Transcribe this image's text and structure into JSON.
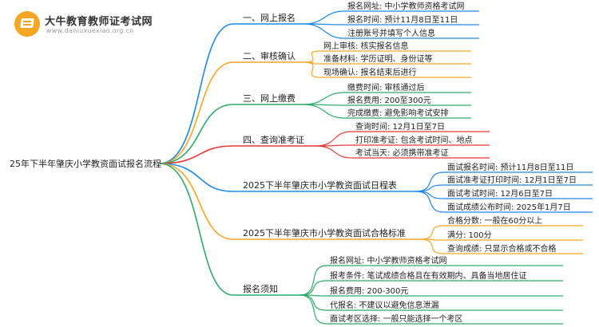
{
  "header": {
    "brand": "大牛教育教师证考试网",
    "site": "www.daniuxuexiao.org.cn"
  },
  "mindmap": {
    "root": "25年下半年肇庆小学教资面试报名流程",
    "branches": [
      {
        "label": "一、网上报名",
        "color": "#1e88e5",
        "leaves": [
          "报名网址: 中小学教师资格考试网",
          "报名时间: 预计11月8日至11日",
          "注册账号并填写个人信息"
        ]
      },
      {
        "label": "二、审核确认",
        "color": "#f5a623",
        "leaves": [
          "网上审核: 核实报名信息",
          "准备材料: 学历证明、身份证等",
          "现场确认: 报名结束后进行"
        ]
      },
      {
        "label": "三、网上缴费",
        "color": "#2eaa6a",
        "leaves": [
          "缴费时间: 审核通过后",
          "报名费用: 200至300元",
          "完成缴费: 避免影响考试安排"
        ]
      },
      {
        "label": "四、查询准考证",
        "color": "#e53935",
        "leaves": [
          "查询时间: 12月1日至7日",
          "打印准考证: 包含考试时间、地点",
          "考试当天: 必须携带准考证"
        ]
      },
      {
        "label": "2025下半年肇庆市小学教资面试日程表",
        "color": "#1e88e5",
        "leaves": [
          "面试报名时间: 预计11月8日至11日",
          "面试准考证打印时间: 12月1日至7日",
          "面试考试时间: 12月6日至7日",
          "面试成绩公布时间: 2025年1月7日"
        ]
      },
      {
        "label": "2025下半年肇庆市小学教资面试合格标准",
        "color": "#f5a623",
        "leaves": [
          "合格分数: 一般在60分以上",
          "满分: 100分",
          "查询成绩: 只显示合格或不合格"
        ]
      },
      {
        "label": "报名须知",
        "color": "#2eaa6a",
        "leaves": [
          "报名网址: 中小学教师资格考试网",
          "报考条件: 笔试成绩合格且在有效期内、具备当地居住证",
          "报名费用: 200-300元",
          "代报名: 不建议以避免信息泄漏",
          "面试考区选择: 一般只能选择一个考区"
        ]
      }
    ]
  }
}
